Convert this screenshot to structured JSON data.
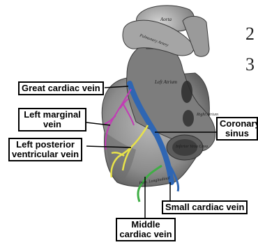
{
  "edge_numbers": [
    "2",
    "3"
  ],
  "heart_inscriptions": {
    "aorta": "Aorta",
    "pulmonary_artery": "Pulmonary Artery",
    "left_atrium": "Left Atrium",
    "right_atrium": "Right Atrium",
    "inferior_vena_cava": "Inferior Vena Cava",
    "sulcus": "Post. Longitudinal"
  },
  "labels": {
    "great_cardiac_vein": "Great cardiac vein",
    "left_marginal_vein_1": "Left marginal",
    "left_marginal_vein_2": "vein",
    "left_posterior_ventricular_vein_1": "Left posterior",
    "left_posterior_ventricular_vein_2": "ventricular vein",
    "coronary_sinus_1": "Coronary",
    "coronary_sinus_2": "sinus",
    "small_cardiac_vein": "Small cardiac vein",
    "middle_cardiac_vein_1": "Middle",
    "middle_cardiac_vein_2": "cardiac vein"
  },
  "colors": {
    "coronary_sinus": "#2f66b3",
    "left_marginal_vein": "#c23bb5",
    "left_posterior_ventricular_vein": "#e8e24a",
    "middle_cardiac_vein": "#3fae45",
    "heart_tissue": "#8f8f8f"
  }
}
